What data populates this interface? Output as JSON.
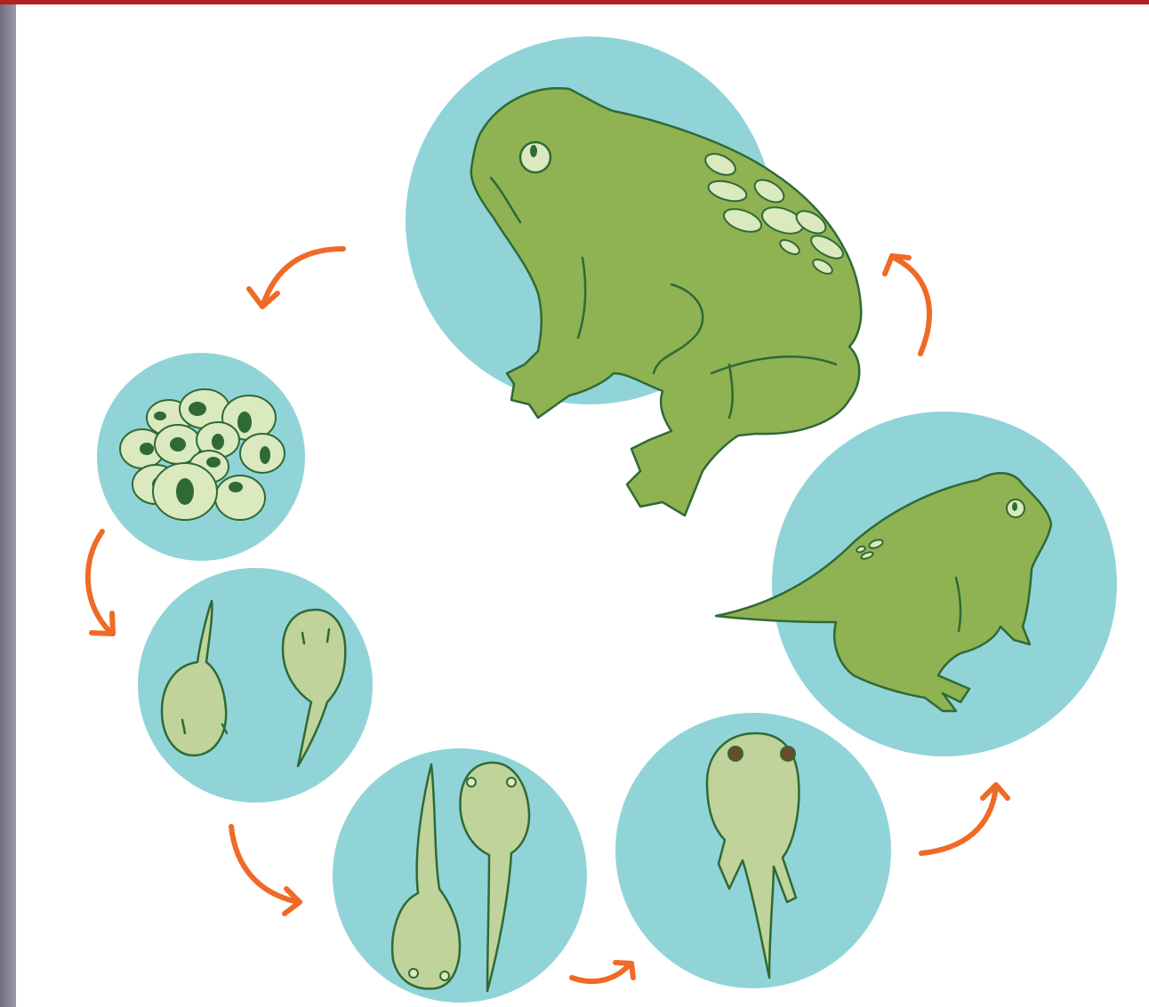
{
  "diagram": {
    "type": "cycle",
    "stages": [
      {
        "id": "adult-frog",
        "icon": "adult-frog-icon"
      },
      {
        "id": "frogspawn",
        "icon": "frog-eggs-icon"
      },
      {
        "id": "tadpole",
        "icon": "tadpole-icon"
      },
      {
        "id": "tadpole-with-back-legs",
        "icon": "tadpole-back-legs-icon"
      },
      {
        "id": "tadpole-with-four-legs",
        "icon": "tadpole-four-legs-icon"
      },
      {
        "id": "froglet",
        "icon": "froglet-icon"
      }
    ],
    "arrow_direction": "counter-clockwise"
  },
  "colors": {
    "circle": "#91d4d8",
    "frog_body": "#8fb353",
    "outline": "#2f6a35",
    "tadpole_body": "#bfd39b",
    "egg": "#dbe9bf",
    "arrow": "#f06a27",
    "frame_left": "#6e6e80",
    "frame_top": "#b32121"
  }
}
